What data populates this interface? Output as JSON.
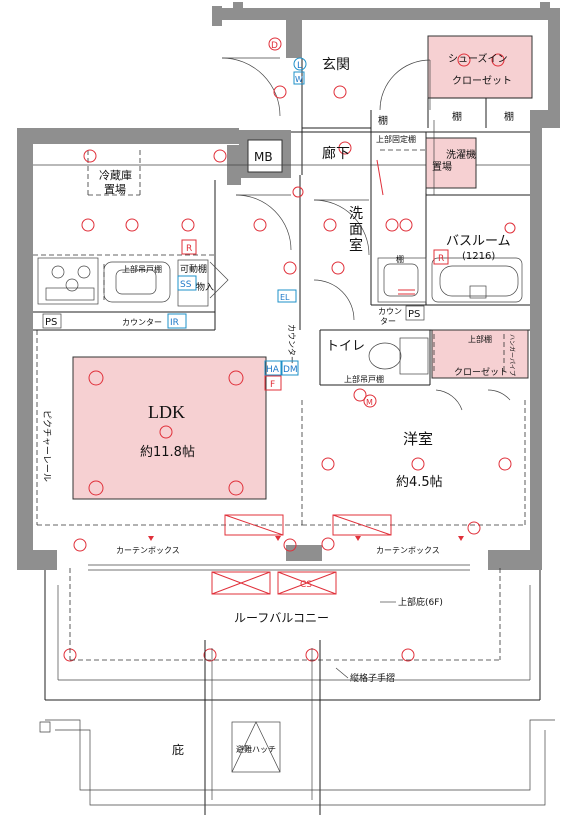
{
  "rooms": {
    "entrance": "玄関",
    "shoe_closet_line1": "シューズイン",
    "shoe_closet_line2": "クローゼット",
    "shelf_a": "棚",
    "shelf_b": "棚",
    "shelf_c": "棚",
    "shelf_d": "棚",
    "mb": "MB",
    "corridor": "廊下",
    "upper_fixed_shelf": "上部固定棚",
    "laundry_line1": "洗濯機",
    "laundry_line2": "置場",
    "washroom_line1": "洗",
    "washroom_line2": "面",
    "washroom_line3": "室",
    "bathroom": "バスルーム",
    "bathroom_size": "(1216)",
    "fridge_line1": "冷蔵庫",
    "fridge_line2": "置場",
    "upper_cabinet_kitchen": "上部吊戸棚",
    "movable_shelf_line1": "可動棚",
    "movable_shelf_line2": "物入",
    "counter": "カウンター",
    "counter_washroom_line1": "カウン",
    "counter_washroom_line2": "ター",
    "counter_vertical": "カウンター",
    "toilet": "トイレ",
    "toilet_upper_cabinet": "上部吊戸棚",
    "closet_upper_shelf": "上部棚",
    "closet_hanger_pipe": "ハンガーパイプ",
    "closet": "クローゼット",
    "ldk": "LDK",
    "ldk_size": "約11.8帖",
    "western_room": "洋室",
    "western_size": "約4.5帖",
    "picture_rail": "ピクチャーレール",
    "curtain_box_left": "カーテンボックス",
    "curtain_box_right": "カーテンボックス",
    "upper_eaves": "上部庇(6F)",
    "roof_balcony": "ルーフバルコニー",
    "lattice_handrail": "縦格子手摺",
    "eaves": "庇",
    "escape_hatch": "避難ハッチ"
  },
  "symbols": {
    "ps_left": "PS",
    "ps_right": "PS",
    "r_kitchen": "R",
    "r_bath": "R",
    "ss": "SS",
    "ih": "IR",
    "ha": "HA",
    "dm": "DM",
    "f": "F",
    "el": "EL",
    "l": "L",
    "w": "W",
    "d": "D",
    "m": "M",
    "cs": "CS"
  },
  "colors": {
    "wall": "#8f8f8f",
    "room_highlight": "#f6d0d2",
    "electrical": "#e0303a",
    "switch_blue": "#1e90c8"
  }
}
